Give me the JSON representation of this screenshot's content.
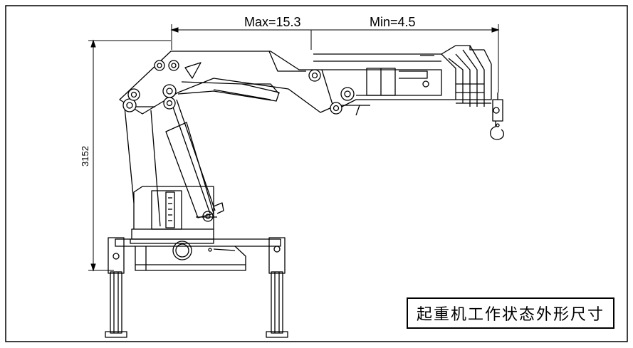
{
  "dimensions": {
    "max_reach_label": "Max=15.3",
    "min_reach_label": "Min=4.5",
    "height_label": "3152"
  },
  "title_block": {
    "caption": "起重机工作状态外形尺寸"
  },
  "colors": {
    "line": "#000000",
    "background": "#ffffff"
  }
}
